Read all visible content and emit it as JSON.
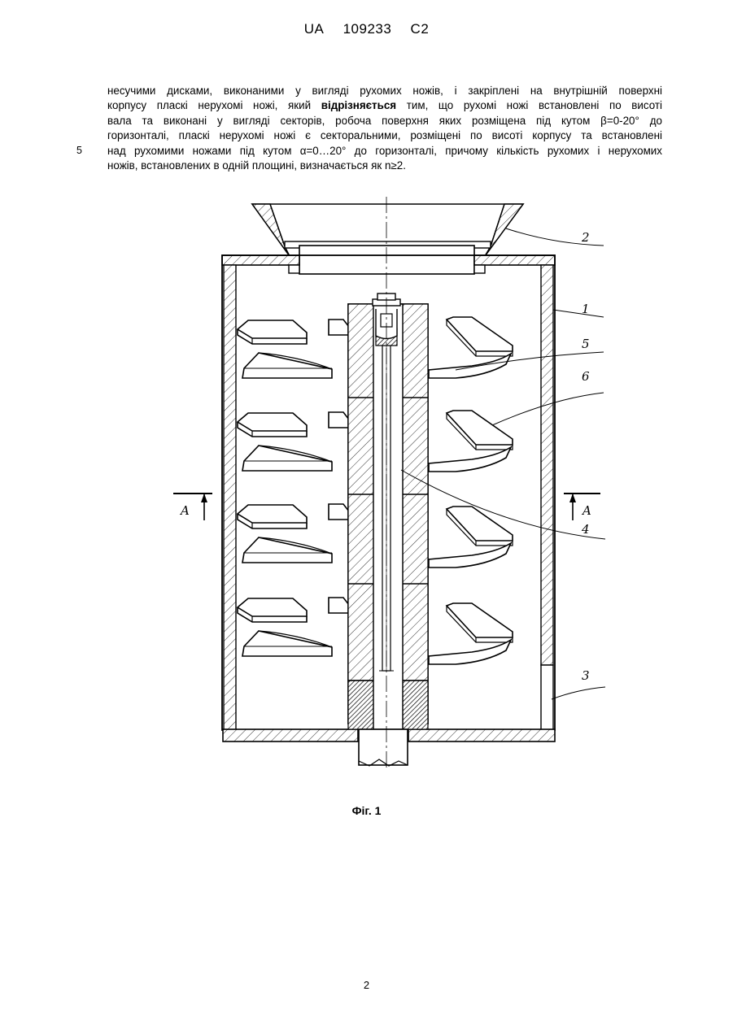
{
  "header": {
    "country": "UA",
    "number": "109233",
    "kind": "C2"
  },
  "claims": {
    "line1": "несучими дисками, виконаними у вигляді рухомих ножів, і закріплені на внутрішній поверхні",
    "line2_before": "корпусу пласкі нерухомі ножі, який ",
    "line2_bold": "відрізняється",
    "line2_after": " тим, що рухомі ножі встановлені по висоті",
    "line3": "вала та виконані у вигляді секторів, робоча поверхня яких розміщена під кутом β=0-20° до",
    "line4": "горизонталі, пласкі нерухомі ножі є секторальними, розміщені по висоті корпусу та встановлені",
    "line5": "над рухомими ножами під кутом α=0…20° до горизонталі, причому кількість рухомих і нерухомих",
    "line6": "ножів, встановлених в одній площині, визначається як n≥2.",
    "line_number": "5"
  },
  "figure": {
    "labels": {
      "l1": "1",
      "l2": "2",
      "l3": "3",
      "l4": "4",
      "l5": "5",
      "l6": "6",
      "sectionA": "A"
    },
    "caption": "Фіг. 1"
  },
  "page_number": "2"
}
